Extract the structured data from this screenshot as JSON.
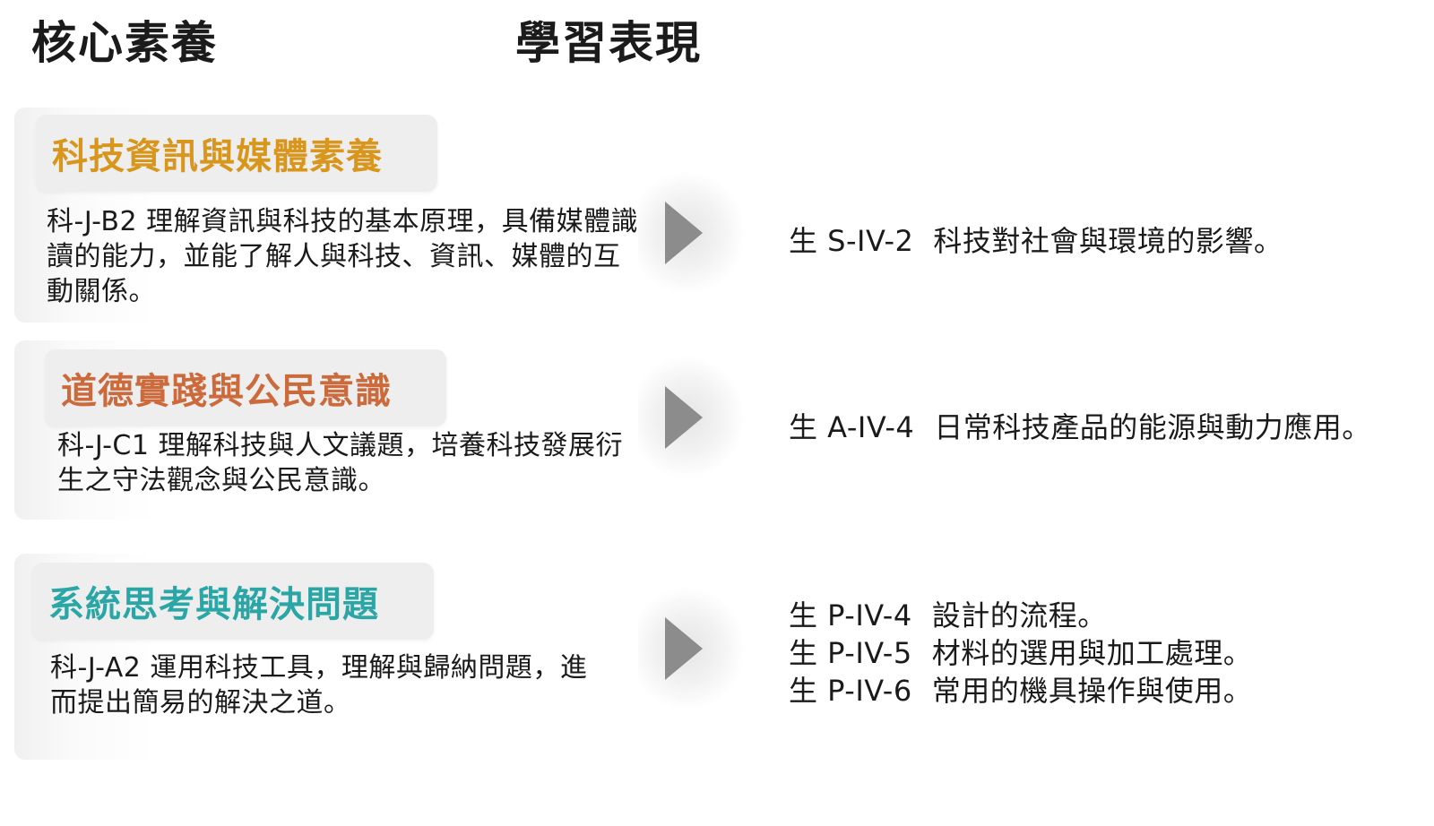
{
  "headers": {
    "core": "核心素養",
    "performance": "學習表現"
  },
  "rows": [
    {
      "title": "科技資訊與媒體素養",
      "title_color": "#d9961c",
      "description": "科-J-B2 理解資訊與科技的基本原理，具備媒體識讀的能力，並能了解人與科技、資訊、媒體的互動關係。",
      "performances": [
        {
          "code": "生 S-IV-2",
          "text": "科技對社會與環境的影響。"
        }
      ]
    },
    {
      "title": "道德實踐與公民意識",
      "title_color": "#cc6a3c",
      "description": "科-J-C1 理解科技與人文議題，培養科技發展衍生之守法觀念與公民意識。",
      "performances": [
        {
          "code": "生 A-IV-4",
          "text": "日常科技產品的能源與動力應用。"
        }
      ]
    },
    {
      "title": "系統思考與解決問題",
      "title_color": "#2aa6a6",
      "description": "科-J-A2 運用科技工具，理解與歸納問題，進而提出簡易的解決之道。",
      "performances": [
        {
          "code": "生 P-IV-4",
          "text": "設計的流程。"
        },
        {
          "code": "生 P-IV-5",
          "text": "材料的選用與加工處理。"
        },
        {
          "code": "生 P-IV-6",
          "text": "常用的機具操作與使用。"
        }
      ]
    }
  ],
  "icons": {
    "arrow": "chevron-right-icon"
  }
}
